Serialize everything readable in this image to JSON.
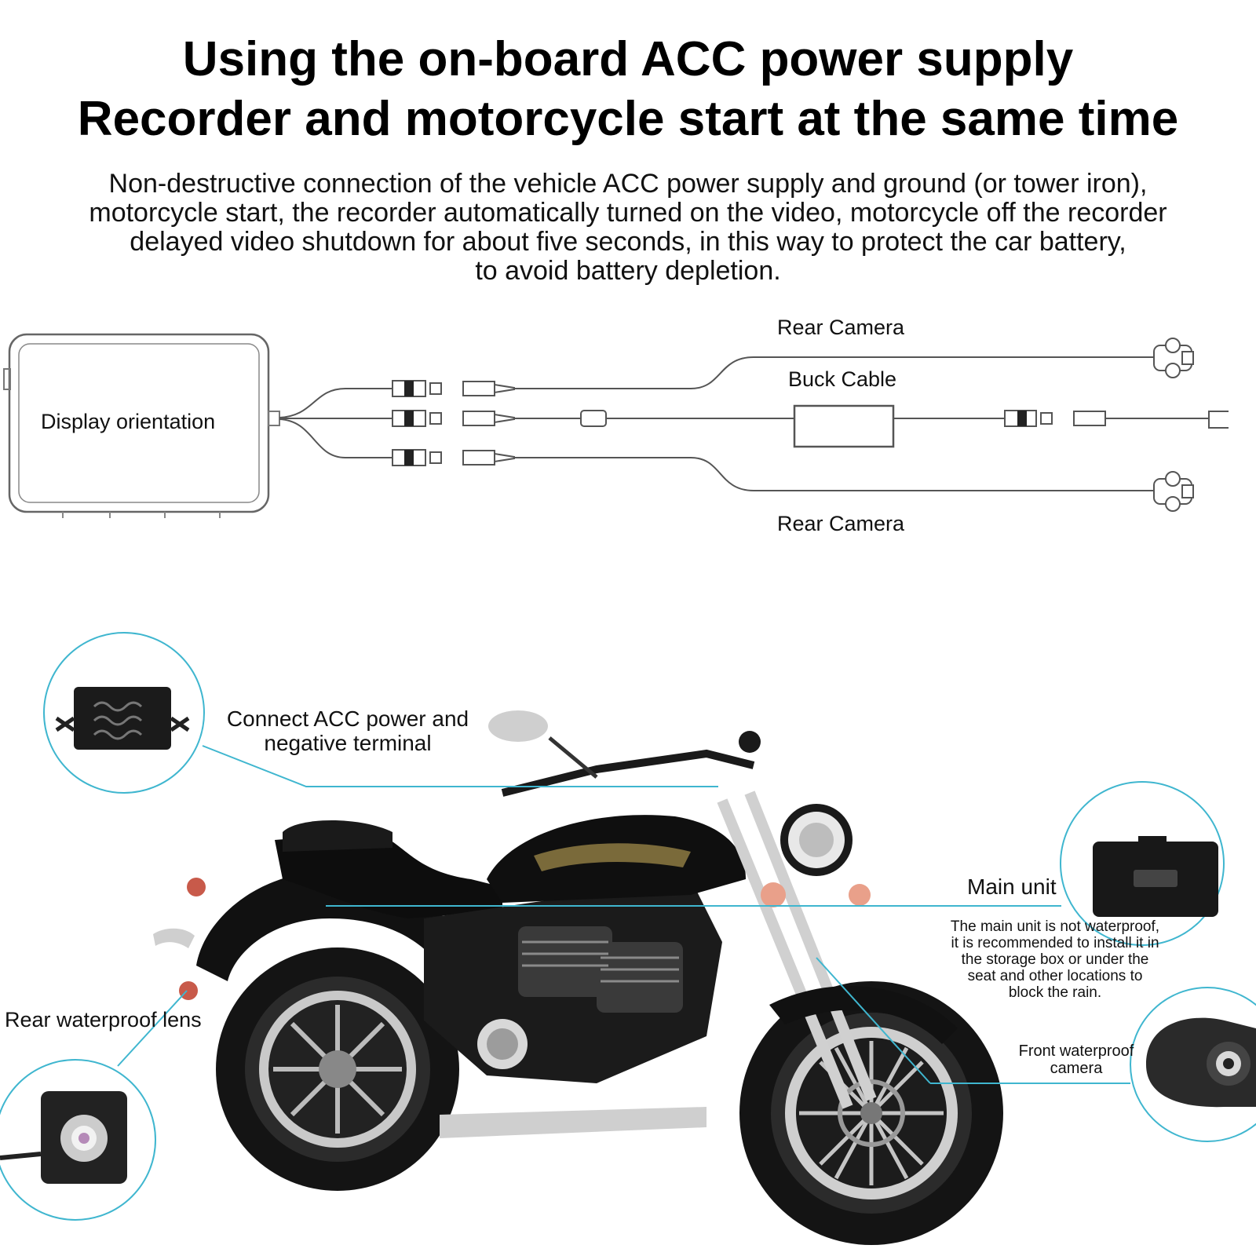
{
  "heading": {
    "line1": "Using the on-board ACC power supply",
    "line2": "Recorder and motorcycle start at the same time"
  },
  "description": {
    "lines": [
      "Non-destructive connection of the vehicle ACC power supply and ground (or tower iron),",
      "motorcycle start, the recorder automatically turned on the video, motorcycle off the recorder",
      "delayed video shutdown for about five seconds, in this way to protect the car battery,",
      "to avoid battery depletion."
    ]
  },
  "wiring_diagram": {
    "display_label": "Display orientation",
    "rear_camera_top": "Rear Camera",
    "buck_cable": "Buck Cable",
    "rear_camera_bottom": "Rear Camera"
  },
  "callouts": {
    "acc": {
      "line1": "Connect ACC power and",
      "line2": "negative terminal"
    },
    "main_unit": {
      "title": "Main unit",
      "note": [
        "The main unit is not waterproof,",
        "it is recommended to install it in",
        "the storage box or under the",
        "seat and other locations to",
        "block the rain."
      ]
    },
    "rear_lens": "Rear waterproof lens",
    "front_camera": {
      "line1": "Front waterproof",
      "line2": "camera"
    }
  },
  "colors": {
    "leader_line": "#3fb6cf",
    "wire": "#555555",
    "bike": "#151515"
  }
}
